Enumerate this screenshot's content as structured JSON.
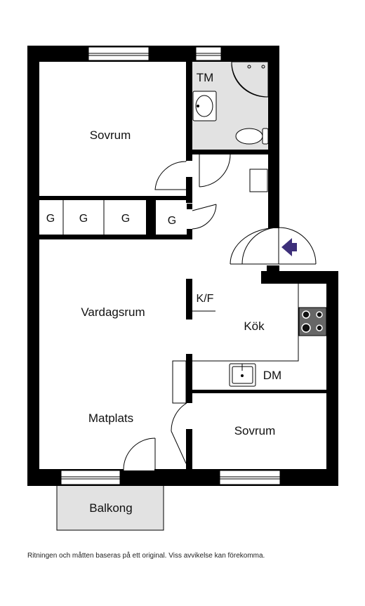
{
  "rooms": {
    "bedroom_1": "Sovrum",
    "bath": "TM",
    "closet_1": "G",
    "closet_2": "G",
    "closet_3": "G",
    "closet_4": "G",
    "living": "Vardagsrum",
    "fridge": "K/F",
    "kitchen": "Kök",
    "dishwasher": "DM",
    "dining": "Matplats",
    "bedroom_2": "Sovrum",
    "balcony": "Balkong"
  },
  "disclaimer": "Ritningen och måtten baseras på ett original. Viss avvikelse kan förekomma.",
  "colors": {
    "wall": "#000000",
    "bath_floor": "#e2e2e2",
    "balcony_floor": "#e2e2e2",
    "entrance_arrow": "#3d2f7a"
  },
  "icons": {
    "entrance": "entrance-arrow-icon",
    "stove": "stove-icon",
    "sink": "kitchen-sink-icon",
    "toilet": "toilet-icon",
    "washbasin": "washbasin-icon",
    "shower": "shower-icon"
  }
}
